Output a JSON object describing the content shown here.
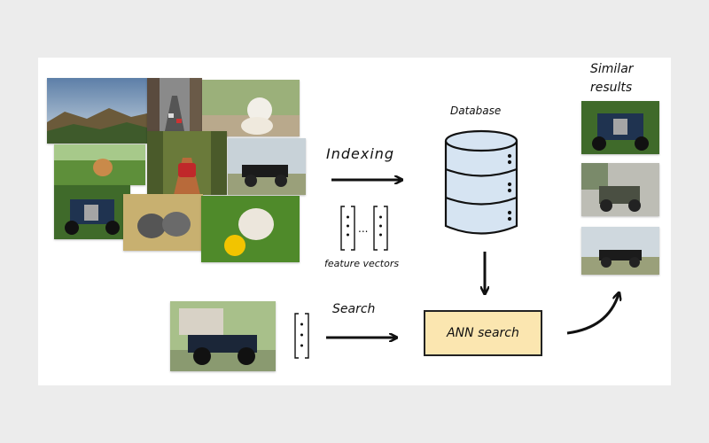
{
  "labels": {
    "indexing": "Indexing",
    "database": "Database",
    "feature_vectors": "feature vectors",
    "search": "Search",
    "ann_search": "ANN search",
    "similar_line1": "Similar",
    "similar_line2": "results",
    "vector_dots": "..."
  },
  "colors": {
    "background": "#ececec",
    "canvas": "#ffffff",
    "database_fill": "#d6e4f2",
    "ann_box_fill": "#fbe6b0",
    "ink": "#111111"
  }
}
